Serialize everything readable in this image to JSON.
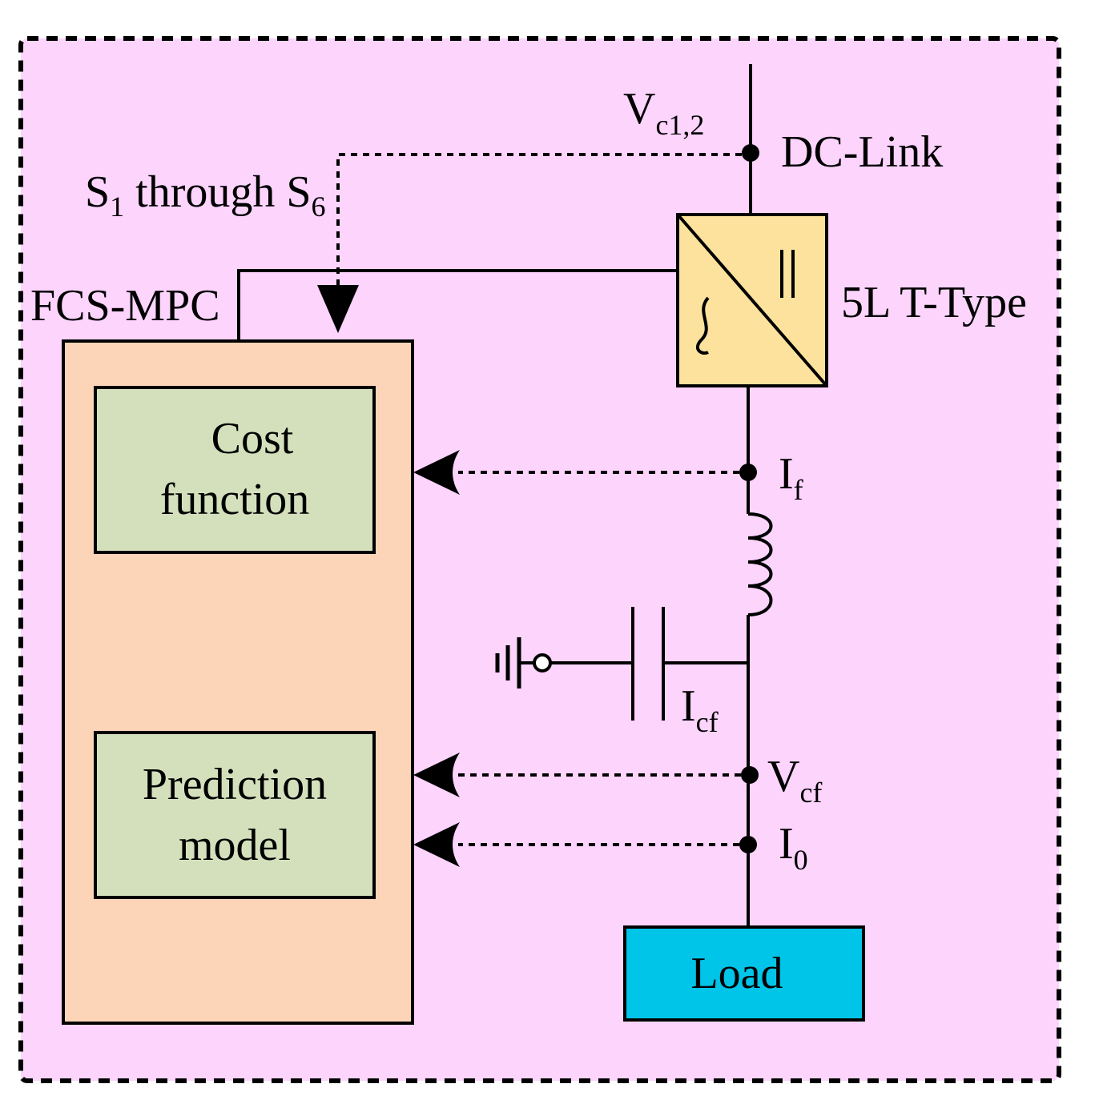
{
  "colors": {
    "background": "#fcd4fc",
    "controller": "#fcd4b8",
    "block": "#d4e0bc",
    "converter": "#fce29c",
    "load": "#00c4e8",
    "line": "#000000"
  },
  "labels": {
    "dc_link": "DC-Link",
    "vc_main": "V",
    "vc_sub": "c1,2",
    "switches_s1": "S",
    "switches_s1_sub": "1",
    "switches_mid": " through S",
    "switches_s6_sub": "6",
    "controller": "FCS-MPC",
    "converter": "5L T-Type",
    "if_main": "I",
    "if_sub": "f",
    "icf_main": "I",
    "icf_sub": "cf",
    "vcf_main": "V",
    "vcf_sub": "cf",
    "io_main": "I",
    "io_sub": "0"
  },
  "blocks": {
    "cost_line1": "Cost",
    "cost_line2": "function",
    "pred_line1": "Prediction",
    "pred_line2": "model",
    "load": "Load"
  }
}
